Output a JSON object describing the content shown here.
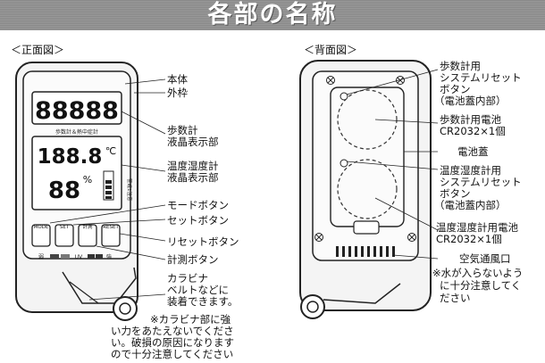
{
  "title": "各部の名称",
  "front": {
    "heading": "＜正面図＞",
    "labels": {
      "body": "本体",
      "frame": "外枠",
      "pedometer_lcd": [
        "歩数計",
        "液晶表示部"
      ],
      "thermo_lcd": [
        "温度湿度計",
        "液晶表示部"
      ],
      "mode_button": "モードボタン",
      "set_button": "セットボタン",
      "reset_button": "リセットボタン",
      "measure_button": "計測ボタン",
      "carabiner": [
        "カラビナ",
        "ベルトなどに",
        "装着できます。"
      ]
    },
    "note": [
      "※カラビナ部に強",
      "い力をあたえないでくださ",
      "い。破損の原因になります",
      "ので十分注意してください"
    ],
    "device": {
      "step_digits": "88888",
      "step_caption": "歩数計＆熱中症計",
      "temp_digits": "188.8",
      "temp_unit": "℃",
      "hum_digits": "88",
      "hum_unit": "%",
      "side_text": "警戒1注意",
      "buttons": [
        "MODE",
        "SET",
        "計測",
        "RESET"
      ],
      "scale_low": "弱",
      "scale_mid": "UV",
      "scale_high": "強"
    }
  },
  "back": {
    "heading": "＜背面図＞",
    "labels": {
      "pedometer_reset": [
        "歩数計用",
        "システムリセット",
        "ボタン",
        "（電池蓋内部）"
      ],
      "pedometer_battery": [
        "歩数計用電池",
        "CR2032×1個"
      ],
      "battery_cover": "電池蓋",
      "thermo_reset": [
        "温度湿度計用",
        "システムリセット",
        "ボタン",
        "（電池蓋内部）"
      ],
      "thermo_battery": [
        "温度湿度計用電池",
        "CR2032×1個"
      ],
      "vent": "空気通風口"
    },
    "note": [
      "※水が入らないよう",
      "に十分注意してく",
      "ださい"
    ]
  }
}
